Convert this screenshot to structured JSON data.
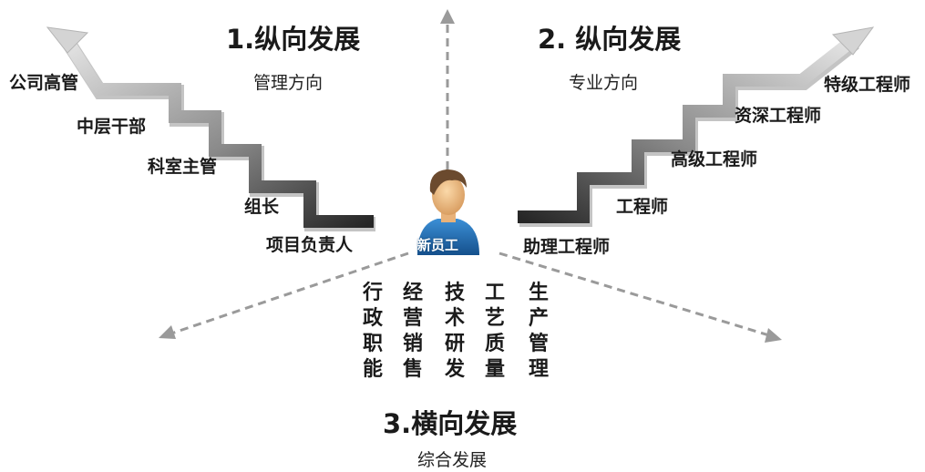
{
  "titles": {
    "left": "1.纵向发展",
    "right": "2. 纵向发展",
    "bottom": "3.横向发展"
  },
  "subtitles": {
    "left": "管理方向",
    "right": "专业方向",
    "bottom": "综合发展"
  },
  "management_ladder": [
    "项目负责人",
    "组长",
    "科室主管",
    "中层干部",
    "公司高管"
  ],
  "technical_ladder": [
    "助理工程师",
    "工程师",
    "高级工程师",
    "资深工程师",
    "特级工程师"
  ],
  "center": {
    "label": "新员工",
    "icon": "person-icon"
  },
  "lateral_fields": [
    "行政职能",
    "经营销售",
    "技术研发",
    "工艺质量",
    "生产管理"
  ],
  "colors": {
    "stair_light": "#d8d8d8",
    "stair_dark": "#2e2e2e",
    "arrow_dash": "#999999",
    "shirt": "#1f6fb6",
    "hair": "#6b4a2e",
    "skin": "#f0c48e"
  }
}
